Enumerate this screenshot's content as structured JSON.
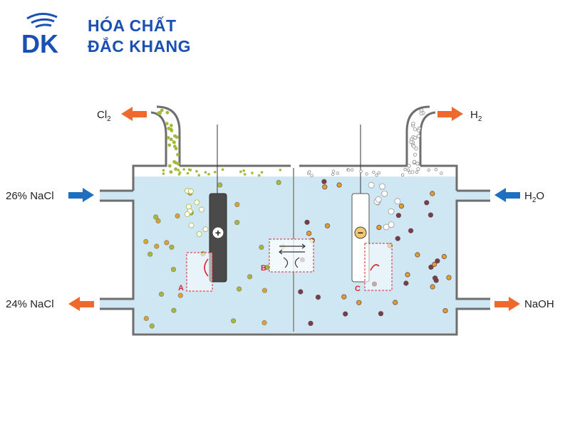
{
  "brand": {
    "logo_letters": "DK",
    "name_line1": "HÓA CHẤT",
    "name_line2": "ĐẮC KHANG",
    "color": "#1a4fb4"
  },
  "labels": {
    "cl2": "Cl",
    "cl2_sub": "2",
    "h2": "H",
    "h2_sub": "2",
    "nacl_in": "26% NaCl",
    "h2o": "H",
    "h2o_sub": "2",
    "h2o_tail": "O",
    "nacl_out": "24% NaCl",
    "naoh": "NaOH",
    "anode_sign": "+",
    "cathode_sign": "−",
    "zone_a": "A",
    "zone_b": "B",
    "zone_c": "C"
  },
  "colors": {
    "electrolyte": "#cfe6f3",
    "tank_outline": "#6e6e6e",
    "arrow_in": "#1f6fc1",
    "arrow_out": "#ee6a2c",
    "chlorine_bubble": "#a6b83a",
    "sodium_ion": "#e0a030",
    "hydroxide_ion": "#7a3b4a",
    "anode": "#4a4a4a",
    "cathode": "#ffffff",
    "zone_marker": "#d9272e"
  },
  "icons": {
    "inflow_arrow": "arrow-right-icon",
    "outflow_arrow": "arrow-icon",
    "gas_bubbles": "bubble-icon"
  }
}
